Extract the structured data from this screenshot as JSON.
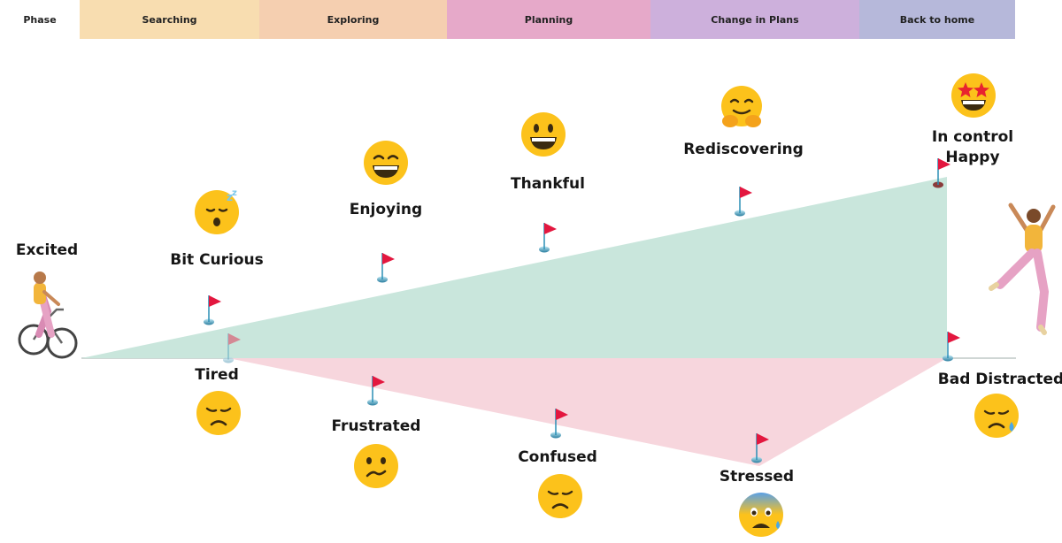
{
  "phase": {
    "header_label": "Phase",
    "columns": [
      {
        "label": "Searching",
        "color": "#f8ddb0"
      },
      {
        "label": "Exploring",
        "color": "#f5cfb0"
      },
      {
        "label": "Planning",
        "color": "#e6a9c9"
      },
      {
        "label": "Change in Plans",
        "color": "#cdb0dc"
      },
      {
        "label": "Back to home",
        "color": "#b6b8da"
      }
    ]
  },
  "journey": {
    "positive_fill": "#c9e6dc",
    "negative_fill": "#f7d6dd",
    "flag_color": "#e3173f",
    "start_label": "Excited",
    "end_label_positive": [
      "In control",
      "Happy"
    ],
    "end_label_negative": "Bad Distracted",
    "positive_points": [
      {
        "label": "Bit Curious",
        "emoji": "sleepy-face-icon"
      },
      {
        "label": "Enjoying",
        "emoji": "grinning-squinting-face-icon"
      },
      {
        "label": "Thankful",
        "emoji": "grinning-face-icon"
      },
      {
        "label": "Rediscovering",
        "emoji": "hugging-face-icon"
      }
    ],
    "negative_points": [
      {
        "label": "Tired",
        "emoji": "disappointed-face-icon"
      },
      {
        "label": "Frustrated",
        "emoji": "confused-face-icon"
      },
      {
        "label": "Confused",
        "emoji": "disappointed-face-icon"
      },
      {
        "label": "Stressed",
        "emoji": "anxious-sweat-face-icon"
      }
    ],
    "end_emojis": {
      "positive": "star-struck-face-icon",
      "negative": "sad-sweat-face-icon"
    }
  }
}
